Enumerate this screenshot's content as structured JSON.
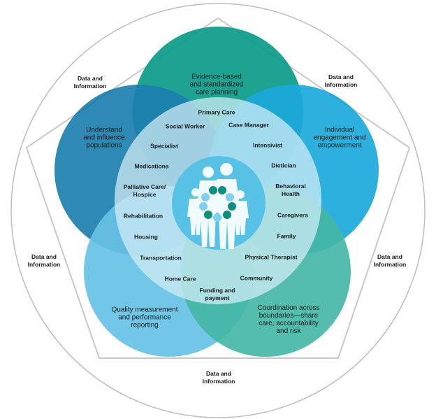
{
  "colors": {
    "outer_ring": "#bdbdbd",
    "pentagon": "#c8c8c8",
    "top_petal": "#0e9c8a",
    "upper_left_petal": "#0b75a8",
    "upper_right_petal": "#0aa3d8",
    "lower_left_petal": "#5bbde3",
    "lower_right_petal": "#38b29f",
    "inner_circle": "#bfe3f1",
    "center_circle": "#58c2e6",
    "family_dot_dark": "#0d8f7e",
    "family_dot_light": "#7fd0ee"
  },
  "data_labels": {
    "top_left": "Data and\nInformation",
    "top_right": "Data and\nInformation",
    "left": "Data and\nInformation",
    "right": "Data and\nInformation",
    "bottom": "Data and\nInformation"
  },
  "petals": {
    "top": "Evidence-based\nand standardized\ncare planning",
    "upper_left": "Understand\nand influence\npopulations",
    "upper_right": "Individual\nengagement and\nempowerment",
    "lower_left": "Quality measurement\nand performance\nreporting",
    "lower_right": "Coordination across\nboundaries—share\ncare, accountability\nand risk"
  },
  "care_items": {
    "primary_care": "Primary Care",
    "social_worker": "Social Worker",
    "case_manager": "Case Manager",
    "specialist": "Specialist",
    "intensivist": "Intensivist",
    "medications": "Medications",
    "dietician": "Dietician",
    "palliative": "Palliative Care/\nHospice",
    "behavioral": "Behavioral\nHealth",
    "rehabilitation": "Rehabilitation",
    "caregivers": "Caregivers",
    "housing": "Housing",
    "family": "Family",
    "transportation": "Transportation",
    "physical_therapist": "Physical Therapist",
    "home_care": "Home Care",
    "community": "Community",
    "funding": "Funding and\npayment"
  },
  "center": {
    "icon": "family-icon"
  }
}
